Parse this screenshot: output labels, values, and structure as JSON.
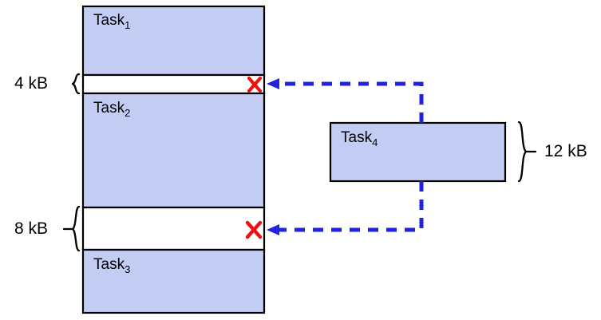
{
  "diagram": {
    "title": "memory-fragmentation-diagram",
    "colors": {
      "block_fill": "#c3cdf4",
      "block_stroke": "#000000",
      "gap_fill": "#ffffff",
      "arrow": "#2121e0",
      "cross": "#ee1111",
      "text": "#000000"
    },
    "memory_column": {
      "name": "main-memory",
      "blocks": [
        {
          "id": "task1",
          "label": "Task",
          "subscript": "1",
          "kind": "occupied"
        },
        {
          "id": "gap4",
          "label": "",
          "subscript": "",
          "kind": "free",
          "size_label": "4 kB",
          "marked_rejected": true
        },
        {
          "id": "task2",
          "label": "Task",
          "subscript": "2",
          "kind": "occupied"
        },
        {
          "id": "gap8",
          "label": "",
          "subscript": "",
          "kind": "free",
          "size_label": "8 kB",
          "marked_rejected": true
        },
        {
          "id": "task3",
          "label": "Task",
          "subscript": "3",
          "kind": "occupied"
        }
      ]
    },
    "incoming_task": {
      "id": "task4",
      "label": "Task",
      "subscript": "4",
      "size_label": "12 kB"
    },
    "annotations": {
      "gap4_size": "4 kB",
      "gap8_size": "8 kB",
      "task4_size": "12 kB",
      "cross_glyph": "X"
    }
  }
}
